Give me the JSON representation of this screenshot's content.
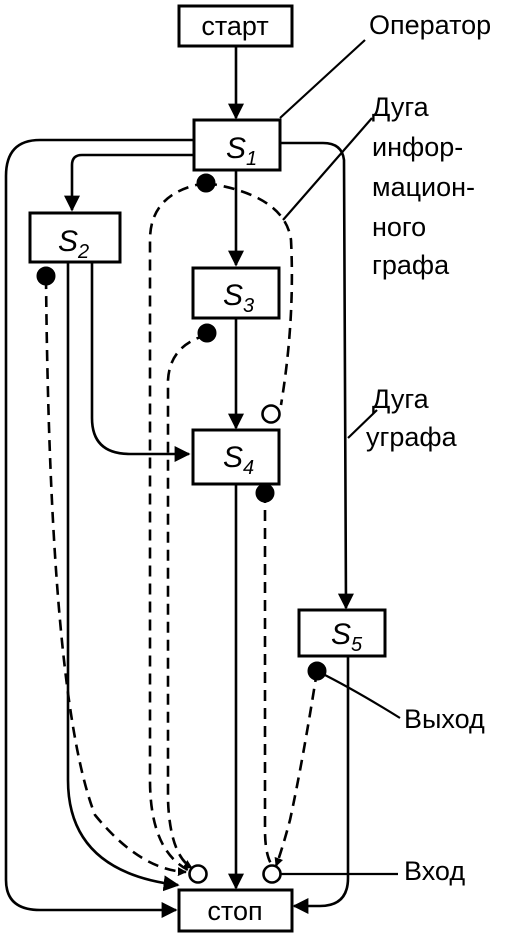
{
  "nodes": {
    "start": "старт",
    "stop": "стоп",
    "s_letter": "S",
    "s1_index": "1",
    "s2_index": "2",
    "s3_index": "3",
    "s4_index": "4",
    "s5_index": "5"
  },
  "annotations": {
    "operator": "Оператор",
    "info_arc": [
      "Дуга",
      "инфор-",
      "мацион-",
      "ного",
      "графа"
    ],
    "ugraph_arc": [
      "Дуга",
      "уграфа"
    ],
    "output": "Выход",
    "input": "Вход"
  },
  "colors": {
    "ink": "#000000",
    "paper": "#ffffff"
  }
}
